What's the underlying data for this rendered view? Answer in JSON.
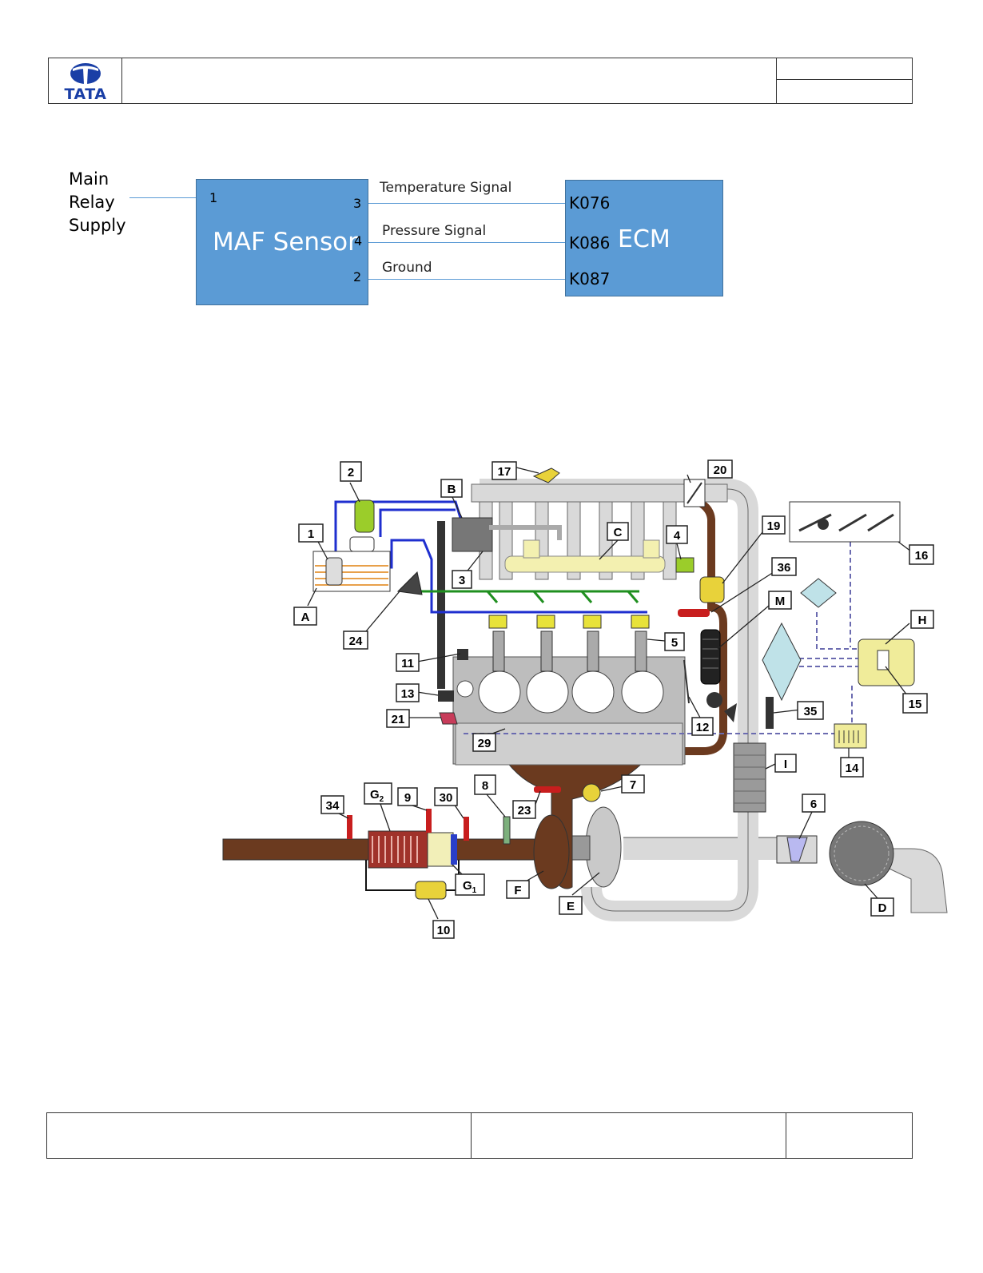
{
  "header": {
    "logo_text": "TATA"
  },
  "wiring": {
    "supply_label_lines": [
      "Main",
      "Relay",
      "Supply"
    ],
    "maf_block": {
      "title": "MAF Sensor",
      "pins": {
        "supply": "1",
        "temperature": "3",
        "pressure": "4",
        "ground": "2"
      }
    },
    "ecm_block": {
      "title": "ECM",
      "pins": {
        "temperature": "K076",
        "pressure": "K086",
        "ground": "K087"
      }
    },
    "signals": {
      "temperature": "Temperature Signal",
      "pressure": "Pressure Signal",
      "ground": "Ground"
    },
    "colors": {
      "block_fill": "#5b9bd5",
      "block_border": "#41719c",
      "wire": "#5b9bd5"
    }
  },
  "engine_diagram": {
    "number_labels": [
      "1",
      "2",
      "3",
      "4",
      "5",
      "6",
      "7",
      "8",
      "9",
      "10",
      "11",
      "12",
      "13",
      "14",
      "15",
      "16",
      "17",
      "19",
      "20",
      "21",
      "23",
      "24",
      "29",
      "30",
      "34",
      "35",
      "36"
    ],
    "letter_labels": [
      "A",
      "B",
      "C",
      "D",
      "E",
      "F",
      "H",
      "I",
      "M"
    ],
    "subscript_labels": [
      {
        "base": "G",
        "sub": "1"
      },
      {
        "base": "G",
        "sub": "2"
      }
    ],
    "colors": {
      "exhaust": "#6b3a1f",
      "fuel_line": "#1f2fcf",
      "return_line": "#1f8f1f",
      "engine_block": "#bdbdbd",
      "intake_pipe": "#d9d9d9",
      "fuel_rail": "#f3f0b0",
      "ecu": "#f0ec9a",
      "sensor_red": "#c81e1e",
      "cooler": "#2a6fdb"
    }
  }
}
